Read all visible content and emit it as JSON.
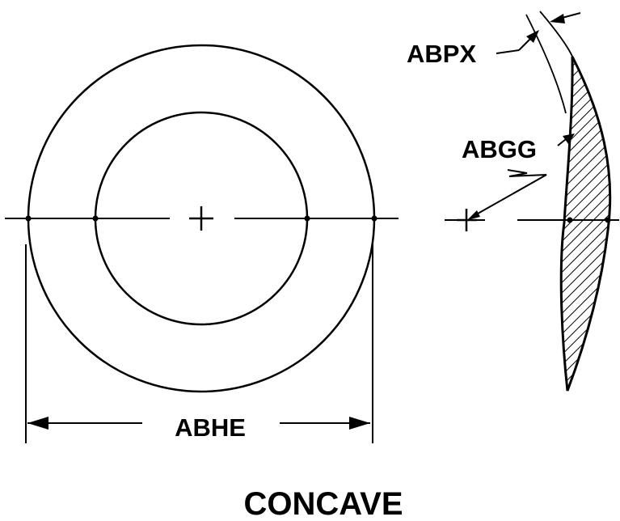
{
  "labels": {
    "abpx": "ABPX",
    "abgg": "ABGG",
    "abhe": "ABHE",
    "caption": "CONCAVE"
  },
  "colors": {
    "line": "#000000",
    "background": "#ffffff"
  }
}
